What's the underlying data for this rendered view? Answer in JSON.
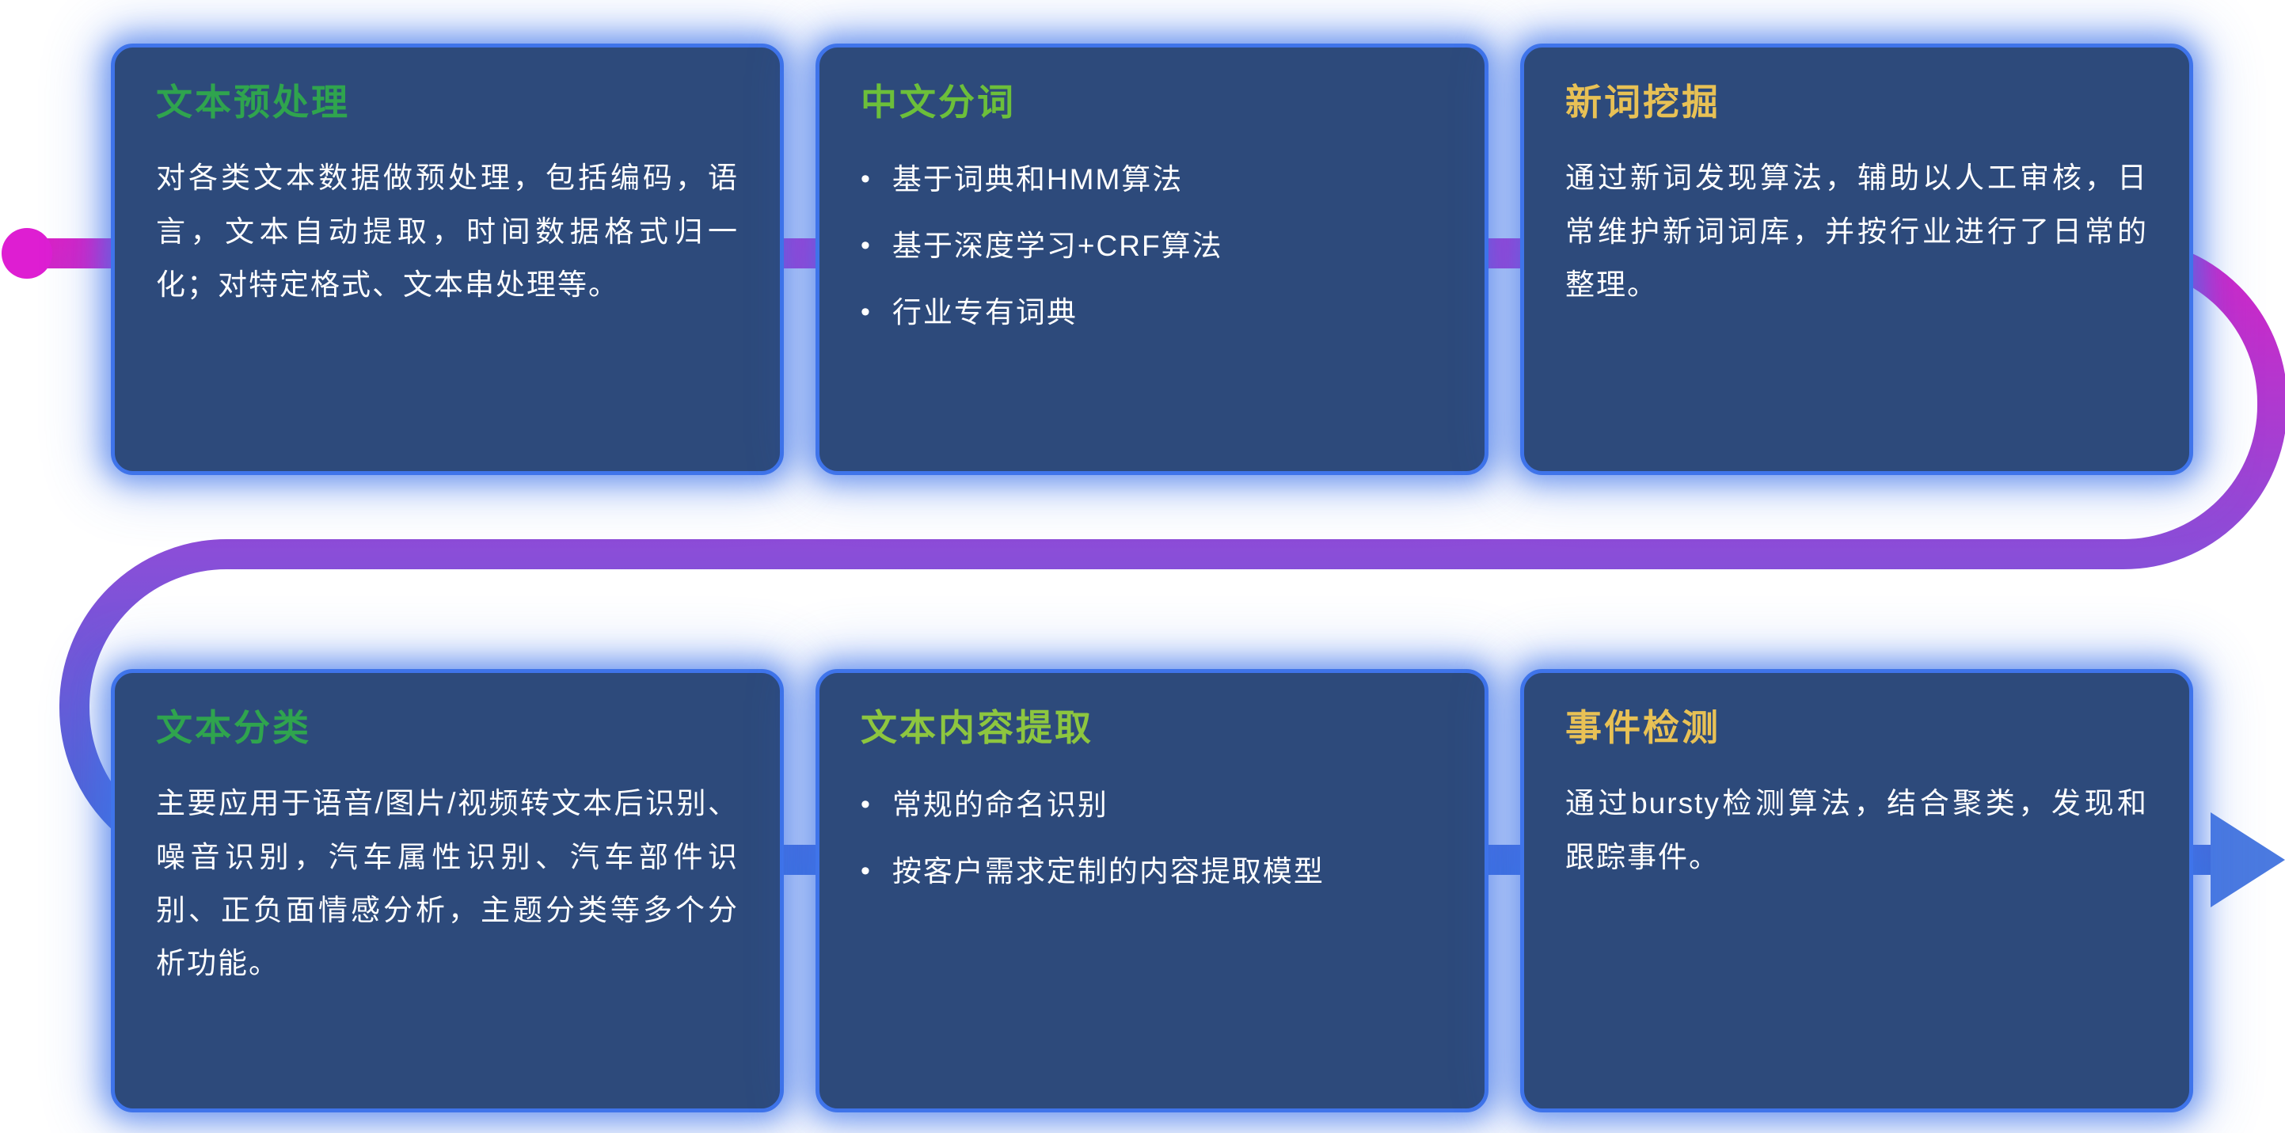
{
  "canvas": {
    "background": "#ffffff"
  },
  "flow": {
    "start_dot_color": "#de1ed2",
    "gradient_top_color": "#d822c6",
    "gradient_mid_color": "#8a4ed8",
    "gradient_bottom_color": "#3f6cd8",
    "arrow_color": "#4b7ae0"
  },
  "cards": [
    {
      "title": "文本预处理",
      "title_color": "#2fa44e",
      "body": "对各类文本数据做预处理，包括编码，语言，文本自动提取，时间数据格式归一化；对特定格式、文本串处理等。"
    },
    {
      "title": "中文分词",
      "title_color": "#6cbf3a",
      "bullets": [
        "基于词典和HMM算法",
        "基于深度学习+CRF算法",
        "行业专有词典"
      ]
    },
    {
      "title": "新词挖掘",
      "title_color": "#e8c155",
      "body": "通过新词发现算法，辅助以人工审核，日常维护新词词库，并按行业进行了日常的整理。"
    },
    {
      "title": "文本分类",
      "title_color": "#2fa44e",
      "body": "主要应用于语音/图片/视频转文本后识别、噪音识别，汽车属性识别、汽车部件识别、正负面情感分析，主题分类等多个分析功能。"
    },
    {
      "title": "文本内容提取",
      "title_color": "#8dc63f",
      "bullets": [
        "常规的命名识别",
        "按客户需求定制的内容提取模型"
      ]
    },
    {
      "title": "事件检测",
      "title_color": "#e8c155",
      "body": "通过bursty检测算法，结合聚类，发现和跟踪事件。"
    }
  ]
}
